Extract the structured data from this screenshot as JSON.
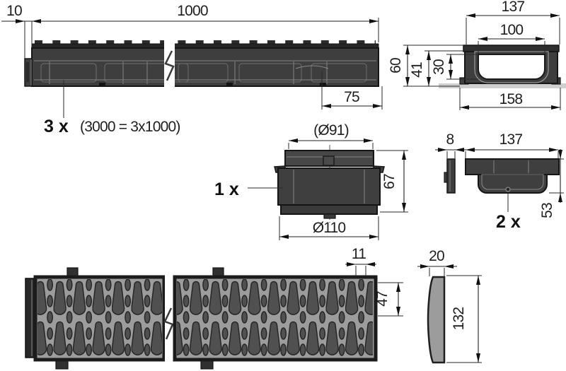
{
  "drawing_title": "drainage channel set technical drawing",
  "colors": {
    "body_dark": "#3e3e3e",
    "rail_dark": "#262626",
    "grate_surface": "#9c9c9c",
    "slot_dark": "#505050",
    "dimension_line": "#1f1f1f",
    "background": "#ffffff",
    "ground_band": "#cfcfcf"
  },
  "channel": {
    "qty": "3 x",
    "note": "(3000 = 3x1000)",
    "dims": {
      "end_offset": "10",
      "length": "1000",
      "outlet_offset": "75"
    }
  },
  "cross_section": {
    "dims": {
      "top_width": "137",
      "inner_width": "100",
      "total_height": "60",
      "mid_height": "41",
      "inner_depth": "30",
      "base_width": "158"
    }
  },
  "adapter": {
    "qty": "1 x",
    "dims": {
      "neck_diameter": "(Ø91)",
      "height": "67",
      "outer_diameter": "Ø110"
    }
  },
  "end_cap": {
    "qty": "2 x",
    "dims": {
      "thickness": "8",
      "width": "137",
      "height": "53"
    }
  },
  "grate": {
    "dims": {
      "slot_pitch": "11",
      "slot_length": "47"
    }
  },
  "grate_side": {
    "dims": {
      "thickness": "20",
      "height": "132"
    }
  }
}
